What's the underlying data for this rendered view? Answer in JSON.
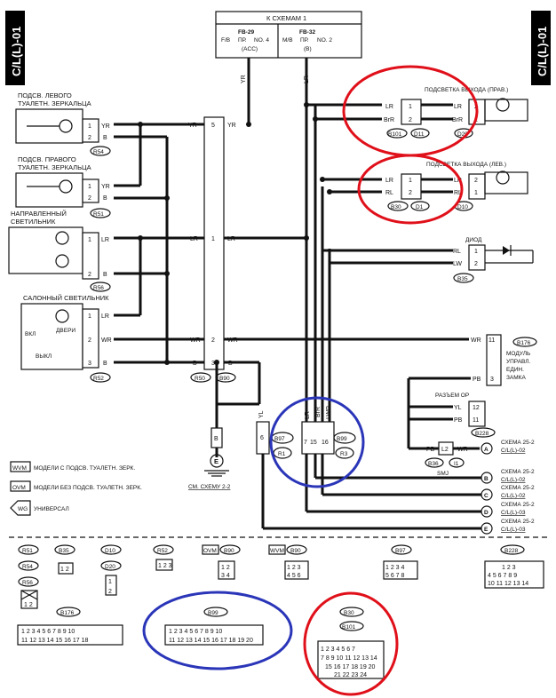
{
  "page_code": "C/L(L)-01",
  "top_box": {
    "title": "К СХЕМАМ 1",
    "left": {
      "fuse": "FB-29",
      "block": "F/B",
      "pr": "ПР.",
      "no": "NO. 4",
      "acc": "(ACC)"
    },
    "right": {
      "fuse": "FB-32",
      "block": "M/B",
      "pr": "ПР.",
      "no": "NO. 2",
      "acc": "(B)"
    }
  },
  "components": {
    "left_mirror": {
      "line1": "ПОДСВ. ЛЕВОГО",
      "line2": "ТУАЛЕТН. ЗЕРКАЛЬЦА",
      "conn": "R54"
    },
    "right_mirror": {
      "line1": "ПОДСВ. ПРАВОГО",
      "line2": "ТУАЛЕТН. ЗЕРКАЛЬЦА",
      "conn": "R51"
    },
    "spot": {
      "line1": "НАПРАВЛЕННЫЙ",
      "line2": "СВЕТИЛЬНИК",
      "conn": "R56"
    },
    "room": {
      "title": "САЛОННЫЙ СВЕТИЛЬНИК",
      "on": "ВКЛ",
      "doors": "ДВЕРИ",
      "off": "ВЫКЛ",
      "conn": "R52"
    },
    "exit_right": {
      "label": "ПОДСВЕТКА ВЫХОДА (ПРАВ.)",
      "conn": "D20"
    },
    "exit_left": {
      "label": "ПОДСВЕТКА ВЫХОДА (ЛЕВ.)",
      "conn": "D10"
    },
    "diode": {
      "label": "ДИОД",
      "conn": "B35"
    },
    "lock_module": {
      "conn": "B176",
      "line1": "МОДУЛЬ",
      "line2": "УПРАВЛ.",
      "line3": "ЕДИН.",
      "line4": "ЗАМКА"
    },
    "connector_op": {
      "label": "РАЗЪЕМ ОР",
      "conn": "B228"
    },
    "smj": {
      "label": "SMJ",
      "conn": "B36",
      "sub": "I1"
    },
    "b97": {
      "conn": "B97",
      "sub": "R1"
    },
    "b99": {
      "conn": "B99",
      "sub": "R3"
    },
    "b101": {
      "conn": "B101",
      "sub": "D11"
    },
    "b30": {
      "conn": "B30",
      "sub": "D1"
    },
    "r50": {
      "conn": "R50",
      "conn2": "B90"
    }
  },
  "wire_codes": {
    "YR": "YR",
    "B": "B",
    "LR": "LR",
    "WR": "WR",
    "BrR": "BrR",
    "RL": "RL",
    "LW": "LW",
    "PB": "PB",
    "YL": "YL",
    "L2": "L2",
    "LWR": "LWR"
  },
  "pins": [
    "1",
    "2",
    "3",
    "4",
    "5",
    "6",
    "7",
    "11",
    "12",
    "15",
    "16"
  ],
  "ground": {
    "symbol": "E",
    "ref": "СМ. СХЕМУ 2-2"
  },
  "schemes": [
    {
      "letter": "A",
      "line1": "СХЕМА 25-2",
      "line2": "C/L(L)-02"
    },
    {
      "letter": "B",
      "line1": "СХЕМА 25-2",
      "line2": "C/L(L)-02"
    },
    {
      "letter": "C",
      "line1": "СХЕМА 25-2",
      "line2": "C/L(L)-02"
    },
    {
      "letter": "D",
      "line1": "СХЕМА 25-2",
      "line2": "C/L(L)-03"
    },
    {
      "letter": "E",
      "line1": "СХЕМА 25-2",
      "line2": "C/L(L)-03"
    }
  ],
  "legend": [
    {
      "tag": "WVM",
      "text": "МОДЕЛИ С ПОДСВ. ТУАЛЕТН. ЗЕРК."
    },
    {
      "tag": "OVM",
      "text": "МОДЕЛИ БЕЗ ПОДСВ. ТУАЛЕТН. ЗЕРК."
    },
    {
      "tag": "WG",
      "text": "УНИВЕРСАЛ"
    }
  ],
  "connectors_bottom": {
    "r51": "R51",
    "r54": "R54",
    "r56": "R56",
    "b35": "B35",
    "d10": "D10",
    "d20": "D20",
    "r52": "R52",
    "ovm": "OVM",
    "b90a": "B90",
    "wvm": "WVM",
    "b90b": "B90",
    "b97": "B97",
    "b228": "B228",
    "b176": "B176",
    "b99": "B99",
    "b30": "B30",
    "b101": "B101"
  },
  "colors": {
    "highlight_red": "#e0101a",
    "highlight_blue": "#2a35b8",
    "ink": "#111111"
  }
}
